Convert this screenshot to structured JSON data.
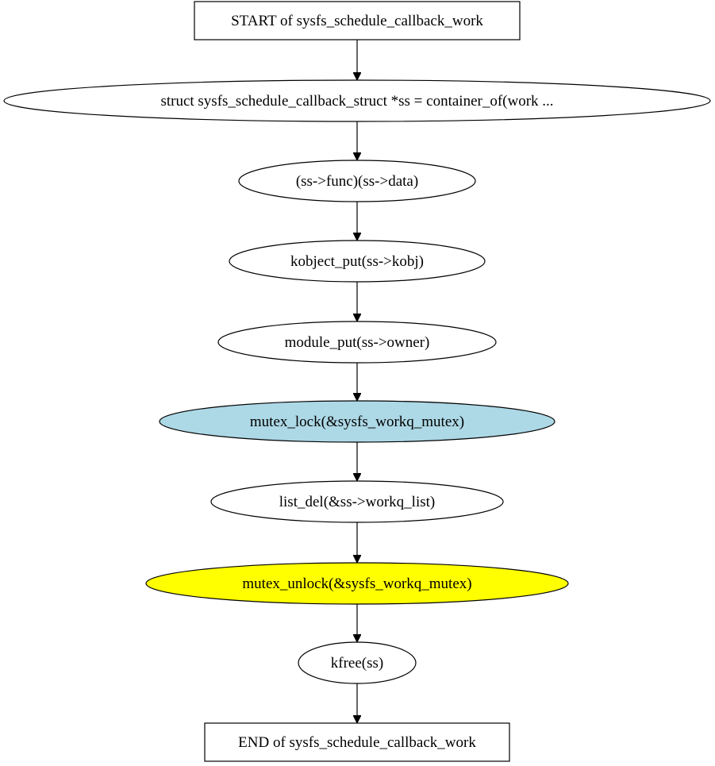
{
  "diagram": {
    "nodes": [
      {
        "id": "start",
        "shape": "box",
        "label": "START of sysfs_schedule_callback_work",
        "fill": "#ffffff"
      },
      {
        "id": "n1",
        "shape": "ellipse",
        "label": "struct sysfs_schedule_callback_struct *ss = container_of(work ...",
        "fill": "#ffffff"
      },
      {
        "id": "n2",
        "shape": "ellipse",
        "label": "(ss->func)(ss->data)",
        "fill": "#ffffff"
      },
      {
        "id": "n3",
        "shape": "ellipse",
        "label": "kobject_put(ss->kobj)",
        "fill": "#ffffff"
      },
      {
        "id": "n4",
        "shape": "ellipse",
        "label": "module_put(ss->owner)",
        "fill": "#ffffff"
      },
      {
        "id": "n5",
        "shape": "ellipse",
        "label": "mutex_lock(&sysfs_workq_mutex)",
        "fill": "#add8e6"
      },
      {
        "id": "n6",
        "shape": "ellipse",
        "label": "list_del(&ss->workq_list)",
        "fill": "#ffffff"
      },
      {
        "id": "n7",
        "shape": "ellipse",
        "label": "mutex_unlock(&sysfs_workq_mutex)",
        "fill": "#ffff00"
      },
      {
        "id": "n8",
        "shape": "ellipse",
        "label": "kfree(ss)",
        "fill": "#ffffff"
      },
      {
        "id": "end",
        "shape": "box",
        "label": "END of sysfs_schedule_callback_work",
        "fill": "#ffffff"
      }
    ],
    "edges": [
      {
        "from": "start",
        "to": "n1"
      },
      {
        "from": "n1",
        "to": "n2"
      },
      {
        "from": "n2",
        "to": "n3"
      },
      {
        "from": "n3",
        "to": "n4"
      },
      {
        "from": "n4",
        "to": "n5"
      },
      {
        "from": "n5",
        "to": "n6"
      },
      {
        "from": "n6",
        "to": "n7"
      },
      {
        "from": "n7",
        "to": "n8"
      },
      {
        "from": "n8",
        "to": "end"
      }
    ]
  }
}
